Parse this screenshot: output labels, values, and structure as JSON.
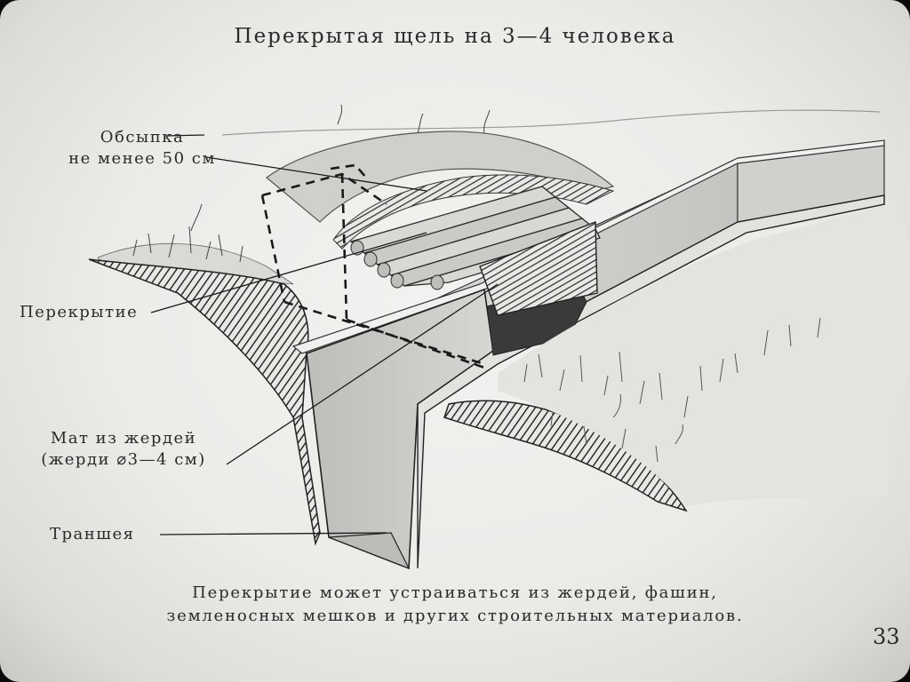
{
  "title": "Перекрытая щель на 3—4 человека",
  "labels": {
    "obsypka_line1": "Обсыпка",
    "obsypka_line2": "не менее 50 см",
    "perekrytie": "Перекрытие",
    "mat_line1": "Мат из жердей",
    "mat_line2": "(жерди ⌀3—4 см)",
    "transheya": "Траншея"
  },
  "caption": {
    "line1": "Перекрытие может устраиваться из жердей, фашин,",
    "line2": "земленосных мешков и других строительных материалов."
  },
  "page_number": "33",
  "colors": {
    "paper": "#ebebe8",
    "ink": "#2a2a2a",
    "wall": "#cfcfcc",
    "shadow": "#6a6a68"
  }
}
